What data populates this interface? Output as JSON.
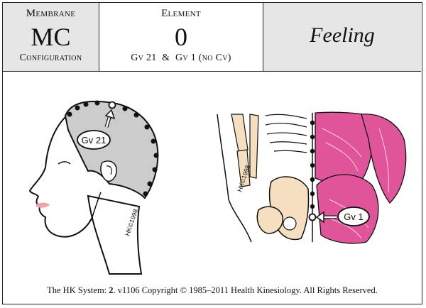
{
  "header": {
    "membrane_label": "Membrane",
    "membrane_value": "MC",
    "configuration_label": "Configuration",
    "element_label": "Element",
    "element_value": "0",
    "points_line": "Gv 21  &  Gv 1 (no Cv)",
    "title": "Feeling"
  },
  "illustrations": {
    "head_point_label": "Gv 21",
    "back_point_label": "Gv 1",
    "head_copyright": "HK©1998",
    "back_copyright": "HK©1998"
  },
  "footer": {
    "prefix": "The HK System: ",
    "volume": "2",
    "rest": ". v1106 Copyright © 1985–2011  Health Kinesiology.  All Rights Reserved."
  },
  "colors": {
    "header_gray": "#e6e6e6",
    "head_fill": "#cccccc",
    "muscle_pink": "#e0559a",
    "bone": "#f6dfc0"
  }
}
